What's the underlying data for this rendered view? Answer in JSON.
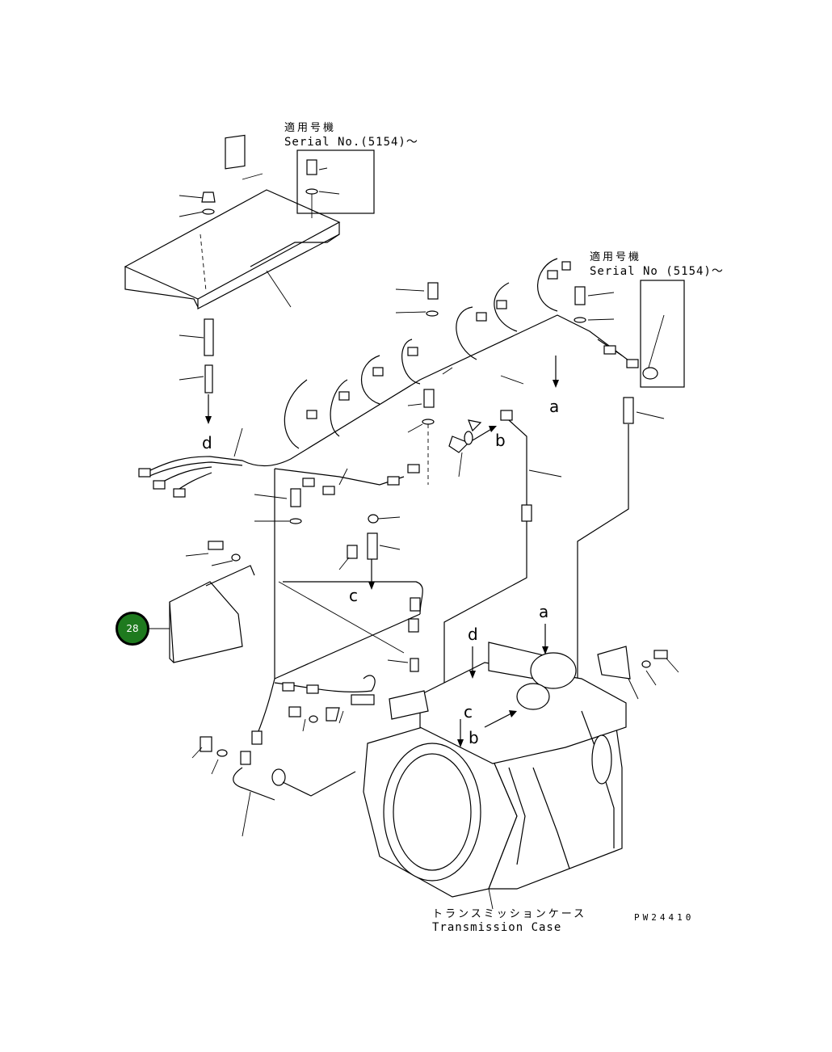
{
  "callouts": {
    "serial_block_1": {
      "jp": "適用号機",
      "en": "Serial No.(5154)～"
    },
    "serial_block_2": {
      "jp": "適用号機",
      "en": "Serial No (5154)～"
    }
  },
  "reference_letters": {
    "a_top": "a",
    "b_top": "b",
    "c_top": "c",
    "d_top": "d",
    "a_bottom": "a",
    "b_bottom": "b",
    "c_bottom": "c",
    "d_bottom": "d"
  },
  "part_label": {
    "jp": "トランスミッションケース",
    "en": "Transmission Case"
  },
  "drawing_code": "PW24410",
  "hotspot": {
    "number": "28",
    "color": "#1e7a1e"
  }
}
